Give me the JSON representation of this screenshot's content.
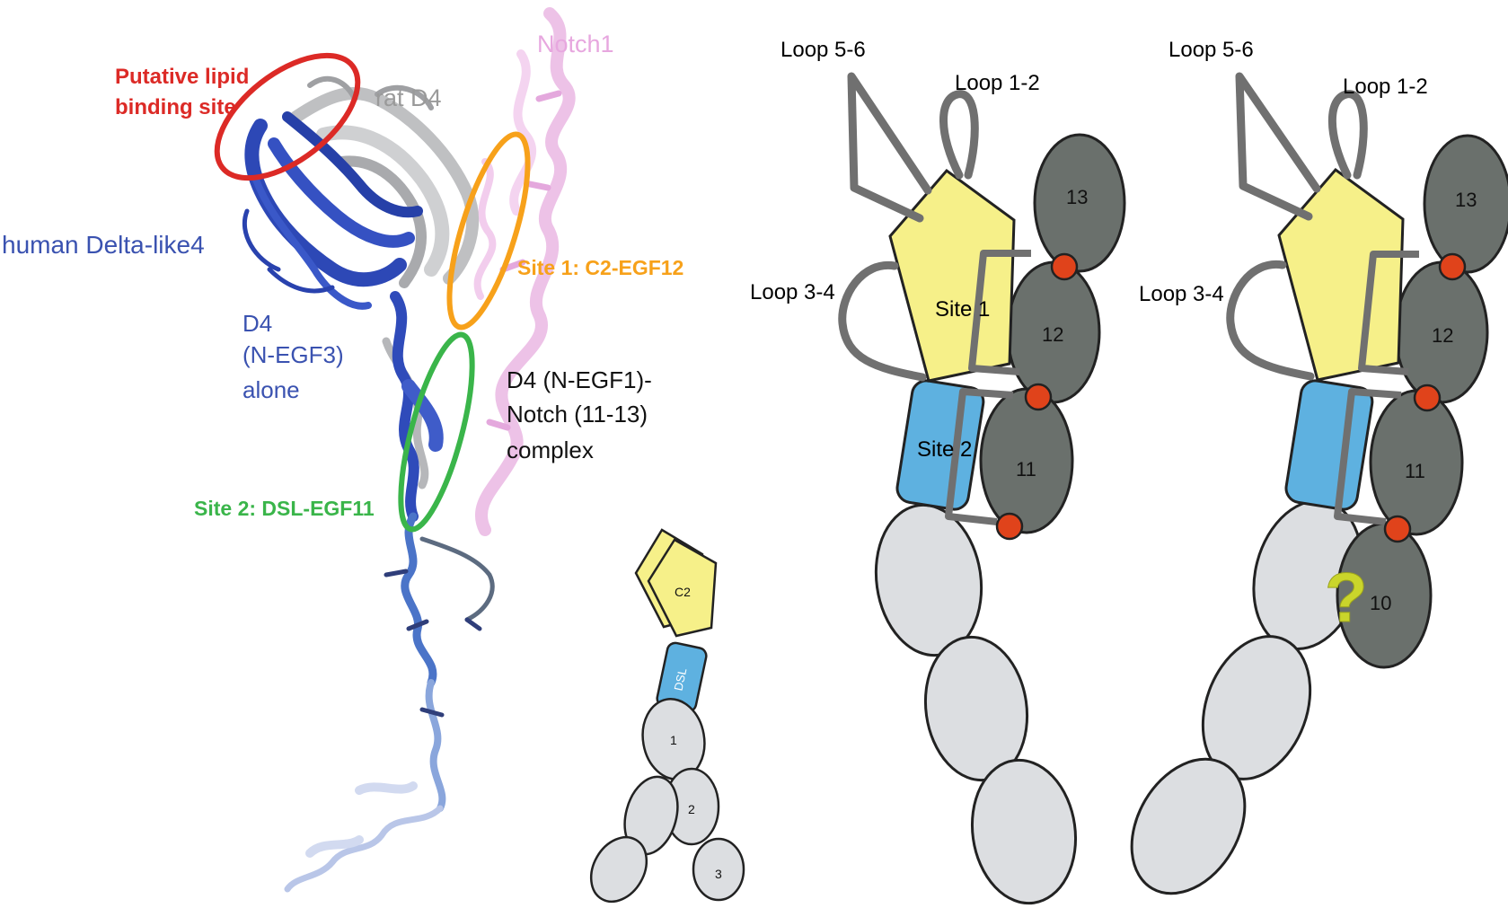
{
  "colors": {
    "red": "#dc2a26",
    "orange": "#f7a11a",
    "green": "#3ab54a",
    "blue_dark": "#2a46b8",
    "blue_text": "#3a52b0",
    "grey_text": "#9a9a9a",
    "pink": "#e9a9df",
    "pink_text": "#e7a7df",
    "c2_yellow": "#f6f089",
    "dsl_blue": "#5eb1e0",
    "egf_dark": "#6a706c",
    "egf_light": "#dcdee1",
    "loop_grey": "#707070",
    "calcium_red": "#e0431b",
    "question_yellow": "#cad52b"
  },
  "structure": {
    "label_notch1": "Notch1",
    "label_lipid": [
      "Putative lipid",
      "binding site"
    ],
    "label_rat_d4": "rat D4",
    "label_human": "human Delta-like4",
    "label_site1": "Site 1: C2-EGF12",
    "label_d4_alone": [
      "D4",
      "(N-EGF3)",
      "alone"
    ],
    "label_complex": [
      "D4 (N-EGF1)-",
      "Notch (11-13)",
      "complex"
    ],
    "label_site2": "Site 2: DSL-EGF11"
  },
  "small_schematic": {
    "c2": "C2",
    "dsl": "DSL",
    "egf": [
      "1",
      "2",
      "3"
    ]
  },
  "complex_schematic": {
    "loop56": "Loop 5-6",
    "loop12": "Loop 1-2",
    "loop34": "Loop 3-4",
    "site1": "Site 1",
    "site2": "Site 2",
    "egf": [
      "13",
      "12",
      "11"
    ]
  },
  "extended_schematic": {
    "loop56": "Loop 5-6",
    "loop12": "Loop 1-2",
    "loop34": "Loop 3-4",
    "egf": [
      "13",
      "12",
      "11",
      "10"
    ],
    "question": "?"
  }
}
